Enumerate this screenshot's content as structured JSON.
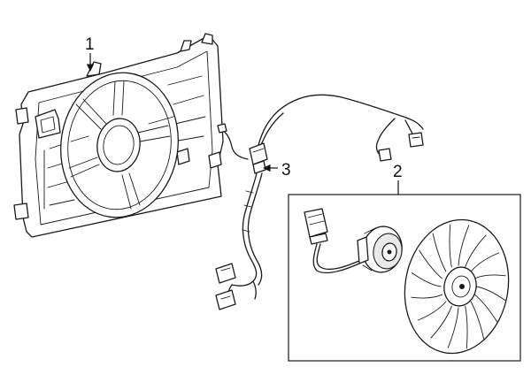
{
  "callouts": {
    "c1": "1",
    "c2": "2",
    "c3": "3"
  },
  "colors": {
    "line": "#1a1a1a",
    "background": "#ffffff"
  }
}
